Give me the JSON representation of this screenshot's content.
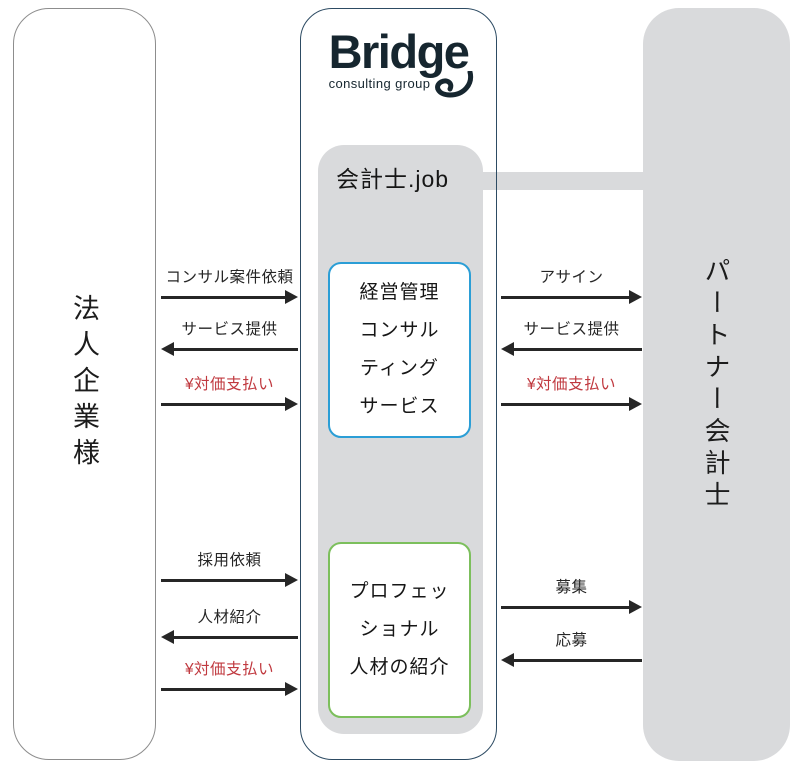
{
  "colors": {
    "navy_border": "#2d4b63",
    "gray_fill": "#d9dadc",
    "blue_service_border": "#2b9ed6",
    "green_service_border": "#7cbf5c",
    "payment_red": "#c0393f",
    "arrow_black": "#262626",
    "logo_ink": "#16262f",
    "left_column_border": "#8d8d8d"
  },
  "logo": {
    "name": "Bridge",
    "tagline": "consulting group"
  },
  "left_column": {
    "label": "法人企業様"
  },
  "right_column": {
    "label": "パートナー会計士"
  },
  "center": {
    "platform_label": "会計士.job",
    "services": [
      {
        "name": "経営管理コンサルティングサービス",
        "border": "blue",
        "lines": [
          "経営管理",
          "コンサル",
          "ティング",
          "サービス"
        ]
      },
      {
        "name": "プロフェッショナル人材の紹介",
        "border": "green",
        "lines": [
          "プロフェッ",
          "ショナル",
          "人材の紹介"
        ]
      }
    ]
  },
  "flows": {
    "left_top": [
      {
        "label": "コンサル案件依頼",
        "direction": "right",
        "color": "black"
      },
      {
        "label": "サービス提供",
        "direction": "left",
        "color": "black"
      },
      {
        "label": "¥対価支払い",
        "direction": "right",
        "color": "red"
      }
    ],
    "left_bottom": [
      {
        "label": "採用依頼",
        "direction": "right",
        "color": "black"
      },
      {
        "label": "人材紹介",
        "direction": "left",
        "color": "black"
      },
      {
        "label": "¥対価支払い",
        "direction": "right",
        "color": "red"
      }
    ],
    "right_top": [
      {
        "label": "アサイン",
        "direction": "right",
        "color": "black"
      },
      {
        "label": "サービス提供",
        "direction": "left",
        "color": "black"
      },
      {
        "label": "¥対価支払い",
        "direction": "right",
        "color": "red"
      }
    ],
    "right_bottom": [
      {
        "label": "募集",
        "direction": "right",
        "color": "black"
      },
      {
        "label": "応募",
        "direction": "left",
        "color": "black"
      }
    ]
  }
}
